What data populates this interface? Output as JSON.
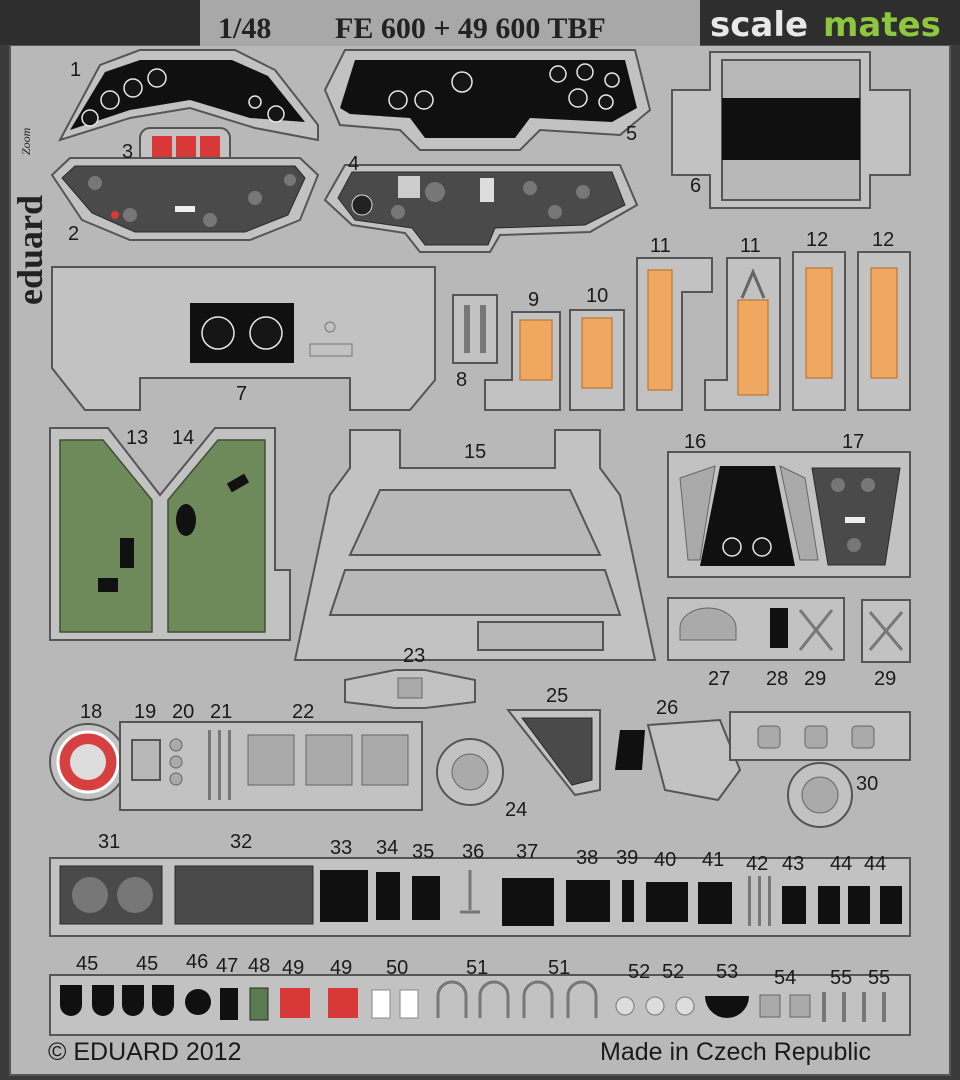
{
  "header": {
    "scale": "1/48",
    "set_codes": "FE 600 + 49 600 TBF",
    "watermark_left": "scale",
    "watermark_right": "mates"
  },
  "brand": {
    "name": "eduard",
    "zoom_mark": "Zoom"
  },
  "footer": {
    "copyright": "© EDUARD 2012",
    "origin": "Made in Czech Republic"
  },
  "part_numbers": {
    "p1": "1",
    "p2": "2",
    "p3": "3",
    "p4": "4",
    "p5": "5",
    "p6": "6",
    "p7": "7",
    "p8": "8",
    "p9": "9",
    "p10": "10",
    "p11a": "11",
    "p11b": "11",
    "p12a": "12",
    "p12b": "12",
    "p13": "13",
    "p14": "14",
    "p15": "15",
    "p16": "16",
    "p17": "17",
    "p18": "18",
    "p19": "19",
    "p20": "20",
    "p21": "21",
    "p22": "22",
    "p23": "23",
    "p24": "24",
    "p25": "25",
    "p26": "26",
    "p27": "27",
    "p28": "28",
    "p29a": "29",
    "p29b": "29",
    "p30": "30",
    "p31": "31",
    "p32": "32",
    "p33": "33",
    "p34": "34",
    "p35": "35",
    "p36": "36",
    "p37": "37",
    "p38": "38",
    "p39": "39",
    "p40": "40",
    "p41": "41",
    "p42": "42",
    "p43": "43",
    "p44a": "44",
    "p44b": "44",
    "p45a": "45",
    "p45b": "45",
    "p46": "46",
    "p47": "47",
    "p48": "48",
    "p49a": "49",
    "p49b": "49",
    "p50": "50",
    "p51a": "51",
    "p51b": "51",
    "p52a": "52",
    "p52b": "52",
    "p53": "53",
    "p54": "54",
    "p55a": "55",
    "p55b": "55"
  },
  "colors": {
    "fret": "#b8b8b8",
    "panel_black": "#101010",
    "panel_dark_grey": "#4a4a4a",
    "interior_green": "#6f8a5a",
    "belt_orange": "#f0a860",
    "red_detail": "#d83838",
    "watermark_green": "#8ec63f"
  }
}
